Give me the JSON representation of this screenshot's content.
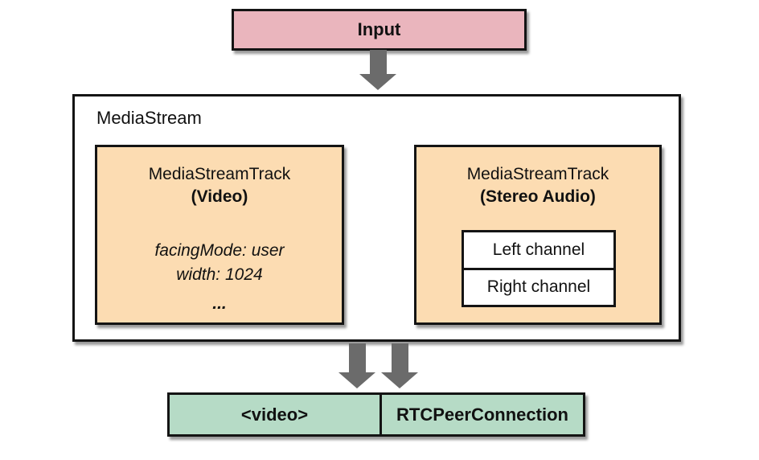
{
  "diagram": {
    "input": {
      "label": "Input"
    },
    "mediastream": {
      "label": "MediaStream",
      "video_track": {
        "title": "MediaStreamTrack",
        "subtitle": "(Video)",
        "props": [
          "facingMode: user",
          "width: 1024",
          "..."
        ]
      },
      "audio_track": {
        "title": "MediaStreamTrack",
        "subtitle": "(Stereo Audio)",
        "channels": [
          "Left channel",
          "Right channel"
        ]
      }
    },
    "outputs": [
      "<video>",
      "RTCPeerConnection"
    ],
    "colors": {
      "input_bg": "#eab5bd",
      "track_bg": "#fcdcb2",
      "output_bg": "#b6dbc6",
      "arrow": "#6b6b6b",
      "border": "#141414"
    }
  }
}
